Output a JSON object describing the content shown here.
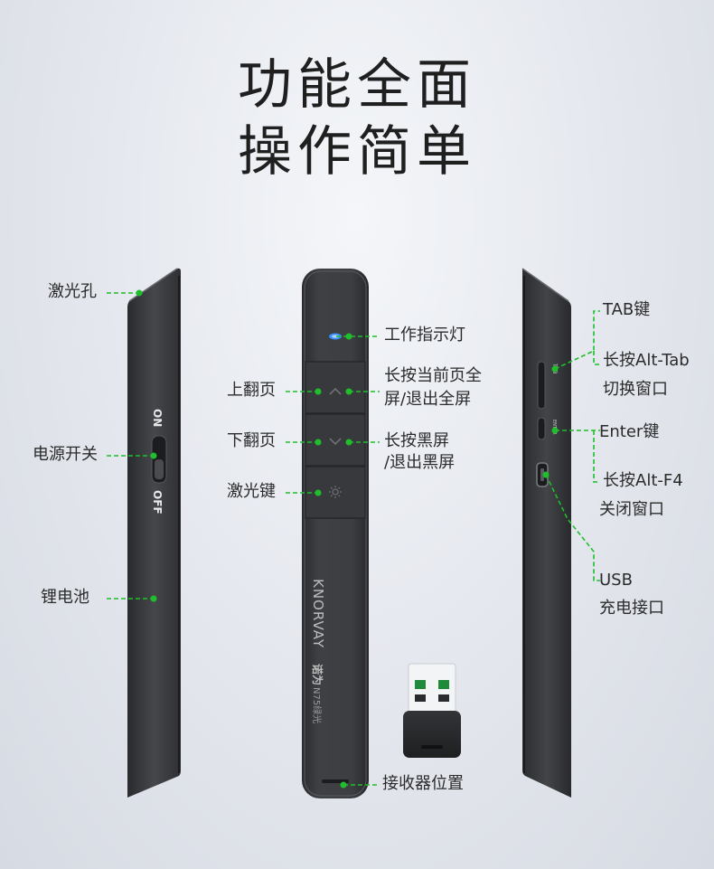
{
  "headline": {
    "line1": "功能全面",
    "line2": "操作简单"
  },
  "labels": {
    "laser_hole": "激光孔",
    "power_switch": "电源开关",
    "lithium_battery": "锂电池",
    "page_up": "上翻页",
    "page_down": "下翻页",
    "laser_key": "激光键",
    "indicator_light": "工作指示灯",
    "fullscreen_line1": "长按当前页全",
    "fullscreen_line2": "屏/退出全屏",
    "blackscreen_line1": "长按黑屏",
    "blackscreen_line2": "/退出黑屏",
    "receiver_position": "接收器位置",
    "tab_key": "TAB键",
    "alt_tab_line1": "长按Alt-Tab",
    "alt_tab_line2": "切换窗口",
    "enter_key": "Enter键",
    "alt_f4_line1": "长按Alt-F4",
    "alt_f4_line2": "关闭窗口",
    "usb_line1": "USB",
    "usb_line2": "充电接口"
  },
  "device": {
    "brand": "KNORVAY",
    "brand_cn": "诺为",
    "model": "N75绿光",
    "switch_on": "ON",
    "switch_off": "OFF",
    "side_tab_mark": "TAB",
    "side_enter_mark": "ENTER"
  },
  "colors": {
    "accent": "#1fbe2c",
    "device_body": "#3a3b3e",
    "label_text": "#2b2b2b"
  },
  "icons": [
    "chevron-up-icon",
    "chevron-down-icon",
    "laser-sun-icon"
  ]
}
